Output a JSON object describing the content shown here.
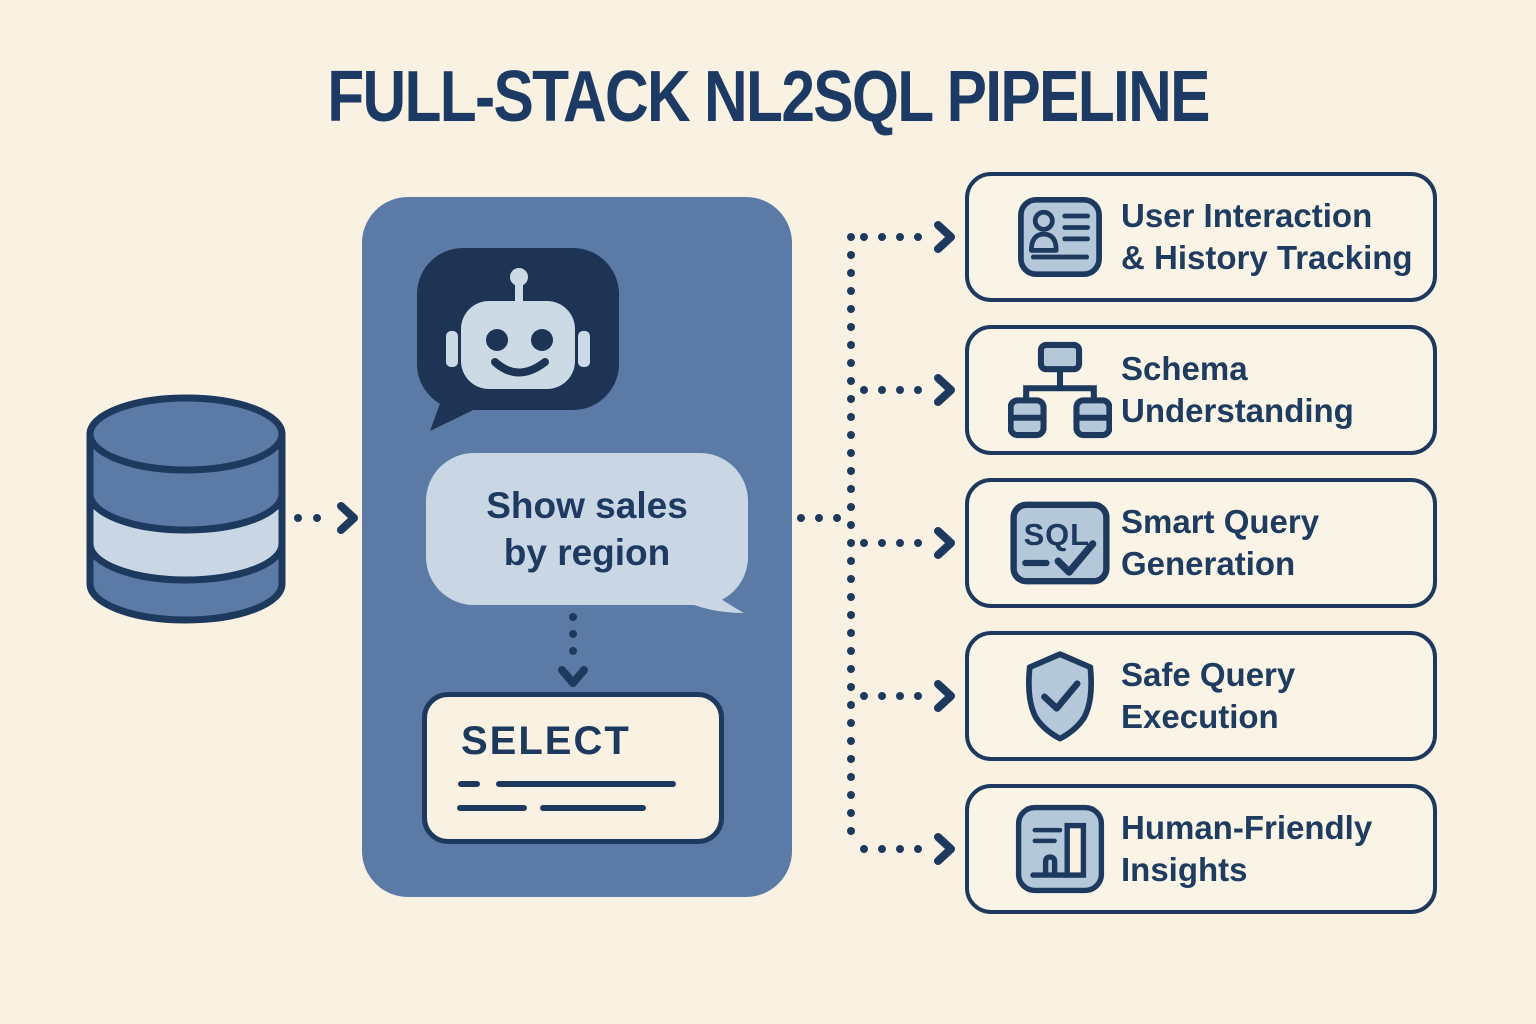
{
  "title": "FULL-STACK NL2SQL PIPELINE",
  "colors": {
    "background": "#f9f2e3",
    "navy": "#1d3a5e",
    "panel_blue": "#5b7aa5",
    "dark_bubble": "#1d3454",
    "light_bubble": "#c9d7e4",
    "icon_fill": "#b5c8da"
  },
  "source": {
    "icon": "database-icon"
  },
  "chat": {
    "bot_icon": "chatbot-icon",
    "user_query": {
      "full_text": "Show sales by region",
      "lines": [
        "Show sales",
        "by region"
      ]
    },
    "sql_keyword": "SELECT"
  },
  "stages": [
    {
      "icon": "user-card-icon",
      "lines": [
        "User Interaction",
        "& History Tracking"
      ]
    },
    {
      "icon": "schema-tree-icon",
      "lines": [
        "Schema",
        "Understanding"
      ]
    },
    {
      "icon": "sql-check-icon",
      "icon_label": "SQL",
      "lines": [
        "Smart Query",
        "Generation"
      ]
    },
    {
      "icon": "shield-check-icon",
      "lines": [
        "Safe Query",
        "Execution"
      ]
    },
    {
      "icon": "insights-chart-icon",
      "lines": [
        "Human-Friendly",
        "Insights"
      ]
    }
  ]
}
